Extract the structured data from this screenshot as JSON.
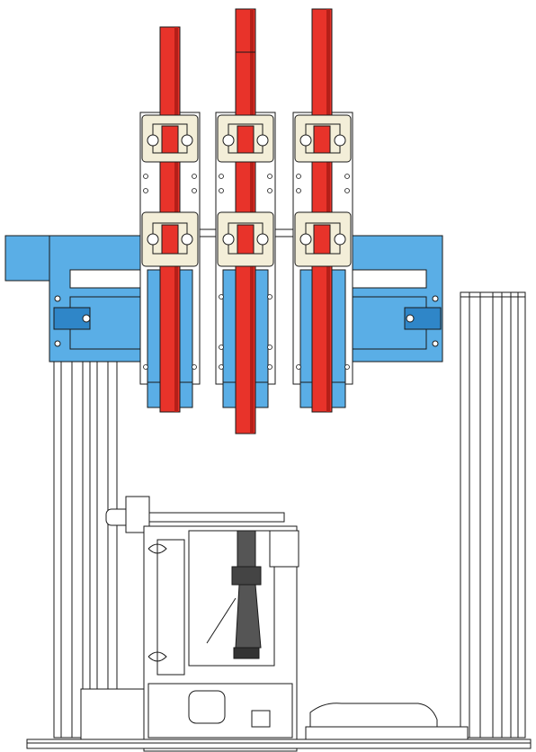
{
  "colors": {
    "rod": "#e8332a",
    "rod_shade": "#b51f18",
    "frame": "#5aaee6",
    "frame_dark": "#2f86c8",
    "block": "#f3eed8",
    "line": "#1a1a1a",
    "background": "#ffffff",
    "mechanism": "#444444"
  },
  "parts": {
    "rods": 3,
    "bearing_blocks_per_rod": 2,
    "columns": 2
  }
}
